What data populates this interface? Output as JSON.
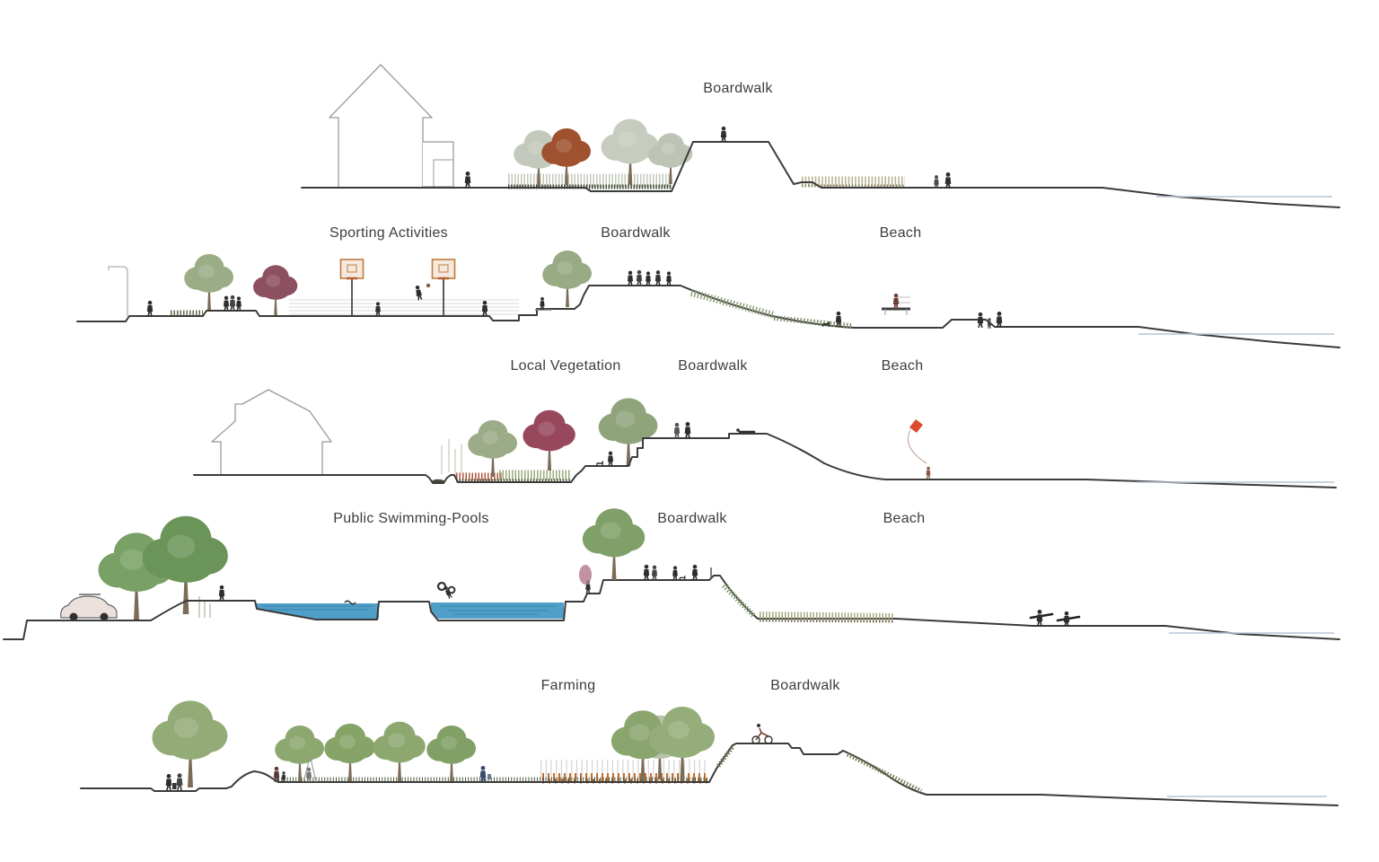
{
  "figure": {
    "type": "coastal-landscape-section-diagram",
    "background": "#ffffff",
    "terrain_color": "#3b3b3b",
    "water_line_color": "#b9c3d8",
    "pool_water_color": "#4f9fc8",
    "label_color": "#3d3d3d",
    "red_tree_color": "#a0512f",
    "magenta_tree_color": "#97485c",
    "kite_color": "#dd4a2e",
    "basketball_hoop_color": "#c07a3e"
  },
  "sections": [
    {
      "id": "dune-berm",
      "labels": [
        {
          "text": "Boardwalk"
        }
      ]
    },
    {
      "id": "sporting-activities",
      "labels": [
        {
          "text": "Sporting Activities"
        },
        {
          "text": "Boardwalk"
        },
        {
          "text": "Beach"
        }
      ]
    },
    {
      "id": "local-vegetation",
      "labels": [
        {
          "text": "Local Vegetation"
        },
        {
          "text": "Boardwalk"
        },
        {
          "text": "Beach"
        }
      ]
    },
    {
      "id": "public-swimming-pools",
      "labels": [
        {
          "text": "Public Swimming-Pools"
        },
        {
          "text": "Boardwalk"
        },
        {
          "text": "Beach"
        }
      ]
    },
    {
      "id": "farming",
      "labels": [
        {
          "text": "Farming"
        },
        {
          "text": "Boardwalk"
        }
      ]
    }
  ]
}
